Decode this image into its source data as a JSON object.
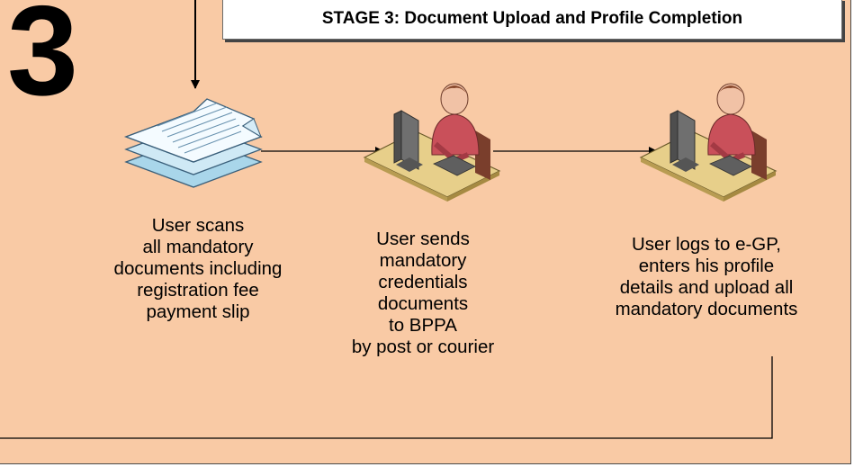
{
  "stage": {
    "number": "3",
    "title": "STAGE 3: Document Upload and Profile Completion"
  },
  "steps": [
    {
      "icon": "documents-stack-icon",
      "caption_lines": [
        "User scans",
        "all mandatory",
        "documents including",
        "registration fee",
        "payment slip"
      ]
    },
    {
      "icon": "user-at-computer-icon",
      "caption_lines": [
        "User sends",
        "mandatory",
        "credentials",
        "documents",
        "to BPPA",
        "by post or courier"
      ]
    },
    {
      "icon": "user-at-computer-icon",
      "caption_lines": [
        "User logs to e-GP,",
        "enters his profile",
        "details and upload all",
        "mandatory documents"
      ]
    }
  ],
  "colors": {
    "panel_background": "#f9caa5",
    "document_blue": "#bfe3f2",
    "desk_tan": "#e7cf8a",
    "person_red": "#c9505a",
    "monitor_gray": "#6f6f6f"
  }
}
